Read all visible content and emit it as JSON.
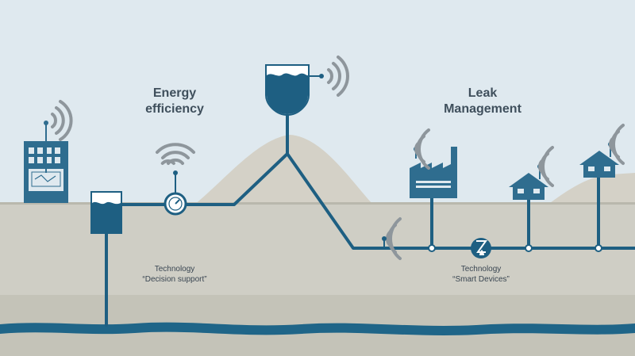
{
  "labels": {
    "energy": {
      "line1": "Energy",
      "line2": "efficiency"
    },
    "leak": {
      "line1": "Leak",
      "line2": "Management"
    },
    "tech_decision": {
      "line1": "Technology",
      "line2": "“Decision support”"
    },
    "tech_smart": {
      "line1": "Technology",
      "line2": "“Smart Devices”"
    }
  },
  "colors": {
    "sky": "#dfe9ef",
    "ground_upper": "#cfcec5",
    "ground_lower": "#c4c3b8",
    "hill": "#d5d3ca",
    "pipe": "#1e5f82",
    "building": "#2f6d8f",
    "water": "#1e5f82",
    "signal": "#8e969c",
    "water_body": "#1f6588"
  },
  "icons": [
    "wifi-signal-icon",
    "office-building-icon",
    "water-tank-icon",
    "elevated-water-tower-icon",
    "pressure-gauge-icon",
    "factory-icon",
    "house-icon",
    "smart-meter-icon"
  ]
}
